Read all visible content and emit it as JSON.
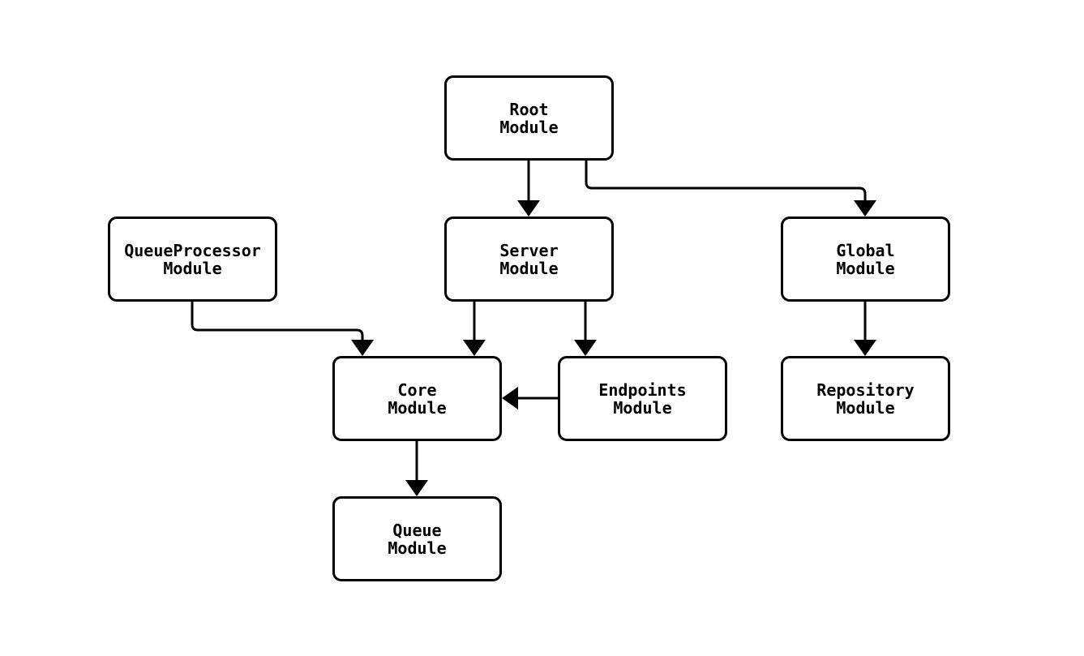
{
  "diagram": {
    "type": "flowchart",
    "colors": {
      "background": "#ffffff",
      "node_fill": "#ffffff",
      "node_border": "#000000",
      "edge_stroke": "#000000",
      "text": "#000000"
    },
    "nodes": {
      "root": {
        "label": "Root\nModule"
      },
      "queueprocessor": {
        "label": "QueueProcessor\nModule"
      },
      "server": {
        "label": "Server\nModule"
      },
      "global": {
        "label": "Global\nModule"
      },
      "core": {
        "label": "Core\nModule"
      },
      "endpoints": {
        "label": "Endpoints\nModule"
      },
      "repository": {
        "label": "Repository\nModule"
      },
      "queue": {
        "label": "Queue\nModule"
      }
    },
    "edges": [
      {
        "from": "Root Module",
        "to": "Server Module",
        "style": "arrow"
      },
      {
        "from": "Root Module",
        "to": "Global Module",
        "style": "arrow"
      },
      {
        "from": "QueueProcessor Module",
        "to": "Core Module",
        "style": "arrow"
      },
      {
        "from": "Server Module",
        "to": "Core Module",
        "style": "arrow"
      },
      {
        "from": "Server Module",
        "to": "Endpoints Module",
        "style": "arrow"
      },
      {
        "from": "Endpoints Module",
        "to": "Core Module",
        "style": "arrow"
      },
      {
        "from": "Global Module",
        "to": "Repository Module",
        "style": "arrow"
      },
      {
        "from": "Core Module",
        "to": "Queue Module",
        "style": "arrow"
      }
    ]
  }
}
